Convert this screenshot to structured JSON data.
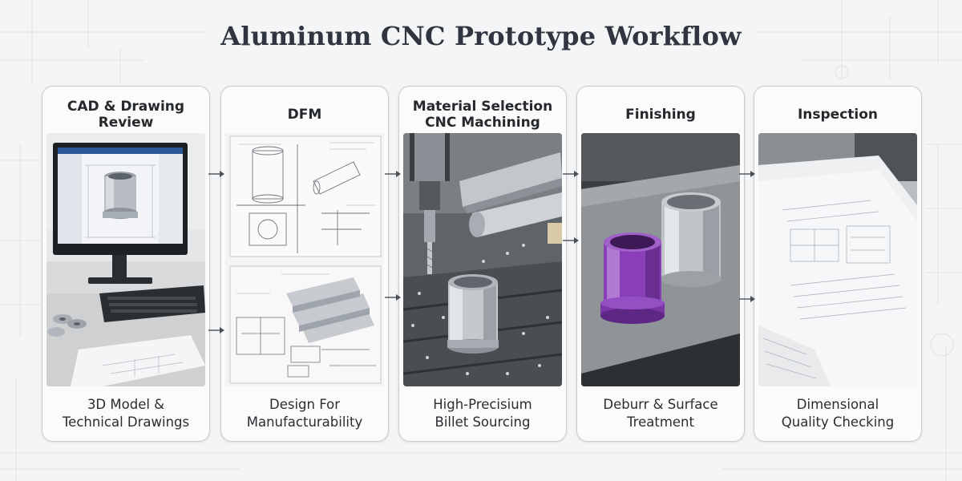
{
  "title": "Aluminum CNC Prototype Workflow",
  "steps": [
    {
      "header": [
        "CAD & Drawing",
        "Review"
      ],
      "caption": [
        "3D Model &",
        "Technical Drawings"
      ],
      "image_subject": "cad-workstation"
    },
    {
      "header": [
        "DFM"
      ],
      "caption": [
        "Design For",
        "Manufacturability"
      ],
      "image_subject": "technical-drawings"
    },
    {
      "header": [
        "Material Selection",
        "CNC Machining"
      ],
      "caption": [
        "High-Precisium",
        "Billet Sourcing"
      ],
      "image_subject": "cnc-machining"
    },
    {
      "header": [
        "Finishing"
      ],
      "caption": [
        "Deburr & Surface",
        "Treatment"
      ],
      "image_subject": "finished-parts"
    },
    {
      "header": [
        "Inspection"
      ],
      "caption": [
        "Dimensional",
        "Quality Checking"
      ],
      "image_subject": "inspection-drawings"
    }
  ],
  "colors": {
    "title": "#2f3640",
    "card_border": "#c9ccd0",
    "purple_part": "#8a3fb8",
    "aluminum": "#b9bdc3"
  }
}
